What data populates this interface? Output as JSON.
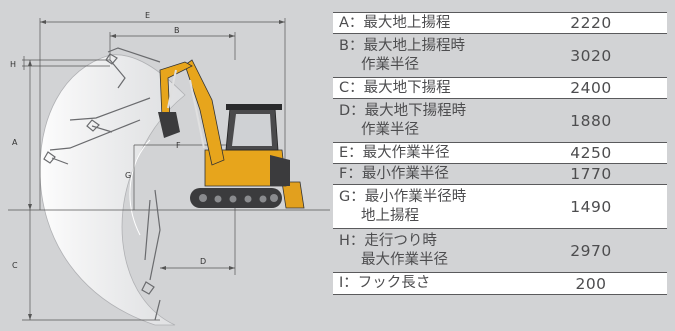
{
  "diagram": {
    "dimension_letters": [
      "E",
      "B",
      "H",
      "A",
      "F",
      "G",
      "C",
      "D"
    ]
  },
  "specs": [
    {
      "label_line1": "A：最大地上揚程",
      "label_line2": "",
      "value": "2220"
    },
    {
      "label_line1": "B：最大地上揚程時",
      "label_line2": "作業半径",
      "value": "3020"
    },
    {
      "label_line1": "C：最大地下揚程",
      "label_line2": "",
      "value": "2400"
    },
    {
      "label_line1": "D：最大地下揚程時",
      "label_line2": "作業半径",
      "value": "1880"
    },
    {
      "label_line1": "E：最大作業半径",
      "label_line2": "",
      "value": "4250"
    },
    {
      "label_line1": "F：最小作業半径",
      "label_line2": "",
      "value": "1770"
    },
    {
      "label_line1": "G：最小作業半径時",
      "label_line2": "地上揚程",
      "value": "1490"
    },
    {
      "label_line1": "H：走行つり時",
      "label_line2": "最大作業半径",
      "value": "2970"
    },
    {
      "label_line1": "I：フック長さ",
      "label_line2": "",
      "value": "200"
    }
  ]
}
